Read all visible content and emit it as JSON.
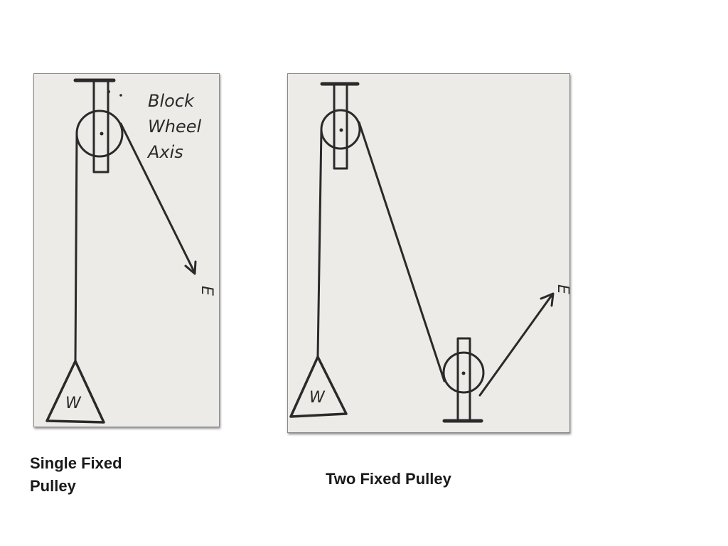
{
  "diagrams": [
    {
      "id": "single",
      "caption": "Single Fixed Pulley",
      "labels": {
        "block": "Block",
        "wheel": "Wheel",
        "axis": "Axis",
        "effort": "E",
        "weight": "W"
      }
    },
    {
      "id": "two",
      "caption": "Two Fixed Pulley",
      "labels": {
        "effort": "E",
        "weight": "W"
      }
    }
  ]
}
